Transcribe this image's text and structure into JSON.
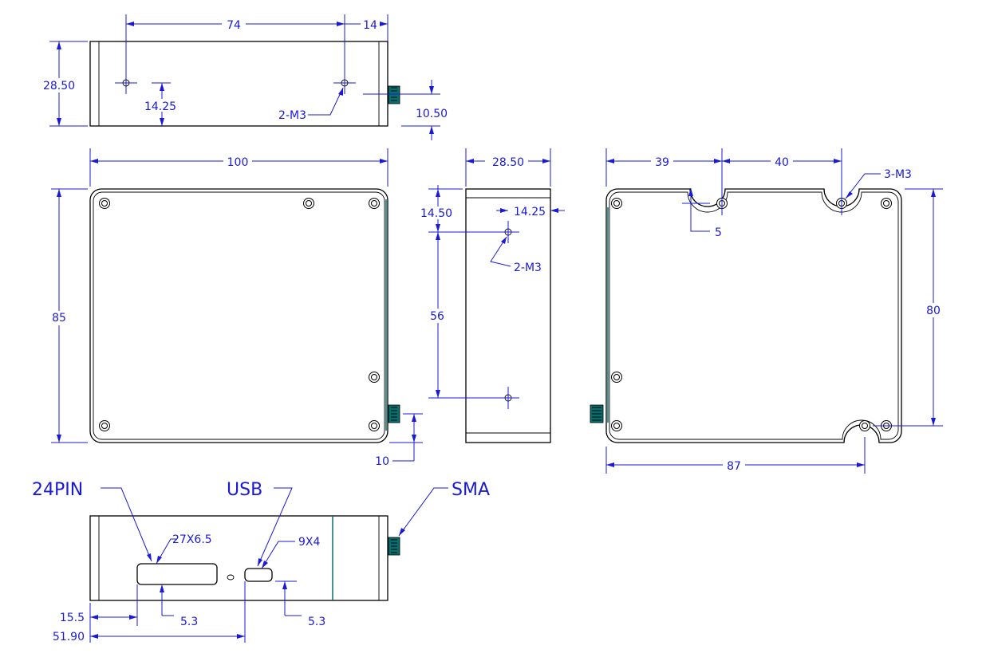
{
  "dimensions": {
    "top_74": "74",
    "top_14": "14",
    "top_2850_left": "28.50",
    "top_1425": "14.25",
    "top_2m3": "2-M3",
    "top_1050": "10.50",
    "front_100": "100",
    "front_85": "85",
    "front_10": "10",
    "side_2850": "28.50",
    "side_1450": "14.50",
    "side_1425": "14.25",
    "side_2m3": "2-M3",
    "side_56": "56",
    "back_39": "39",
    "back_40": "40",
    "back_3m3": "3-M3",
    "back_5": "5",
    "back_80": "80",
    "back_87": "87",
    "bot_24pin": "24PIN",
    "bot_usb": "USB",
    "bot_sma": "SMA",
    "bot_27x65": "27X6.5",
    "bot_9x4": "9X4",
    "bot_53a": "5.3",
    "bot_53b": "5.3",
    "bot_155": "15.5",
    "bot_5190": "51.90"
  },
  "colors": {
    "dimension": "#1a1ad6",
    "outline": "#000000",
    "connector": "#0a6d6d"
  }
}
